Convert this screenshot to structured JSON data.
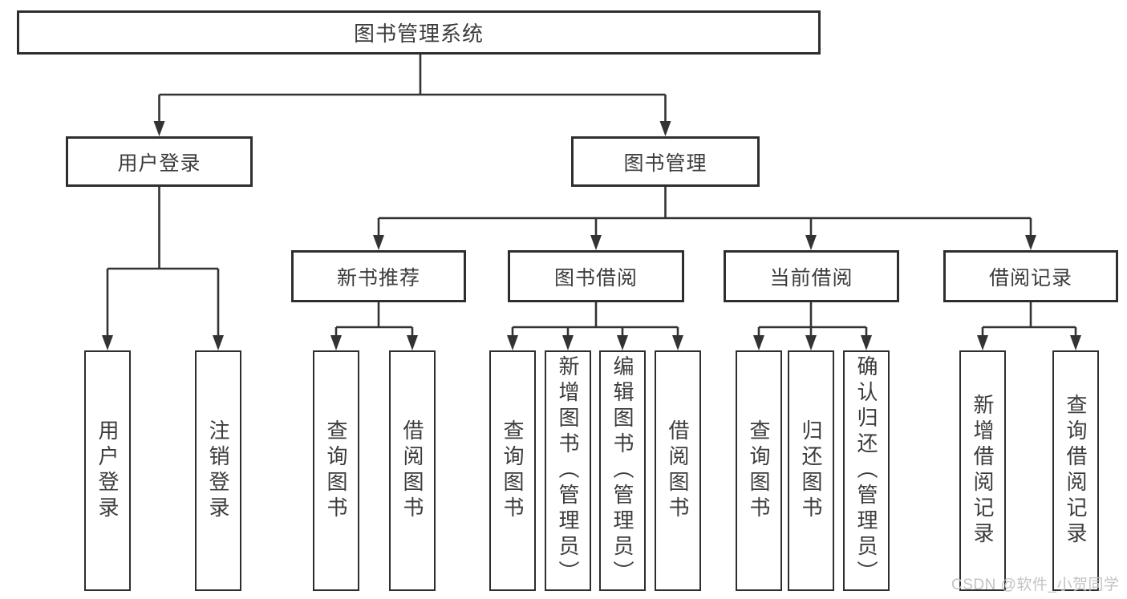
{
  "root": {
    "label": "图书管理系统"
  },
  "level2": [
    {
      "label": "用户登录"
    },
    {
      "label": "图书管理"
    }
  ],
  "level3": [
    {
      "label": "新书推荐"
    },
    {
      "label": "图书借阅"
    },
    {
      "label": "当前借阅"
    },
    {
      "label": "借阅记录"
    }
  ],
  "leaves": {
    "user_login": [
      {
        "label": "用户登录"
      },
      {
        "label": "注销登录"
      }
    ],
    "new_books": [
      {
        "label": "查询图书"
      },
      {
        "label": "借阅图书"
      }
    ],
    "book_borrow": [
      {
        "label": "查询图书"
      },
      {
        "label": "新增图书（管理员）"
      },
      {
        "label": "编辑图书（管理员）"
      },
      {
        "label": "借阅图书"
      }
    ],
    "current_borrow": [
      {
        "label": "查询图书"
      },
      {
        "label": "归还图书"
      },
      {
        "label": "确认归还（管理员）"
      }
    ],
    "borrow_records": [
      {
        "label": "新增借阅记录"
      },
      {
        "label": "查询借阅记录"
      }
    ]
  },
  "watermark": {
    "text": "CSDN @软件_小贺同学"
  },
  "colors": {
    "line": "#333333",
    "box_border": "#2e2e2e",
    "box_background": "#ffffff",
    "text": "#3c3c3c",
    "watermark": "#c3c3c3",
    "page_background": "#ffffff"
  }
}
